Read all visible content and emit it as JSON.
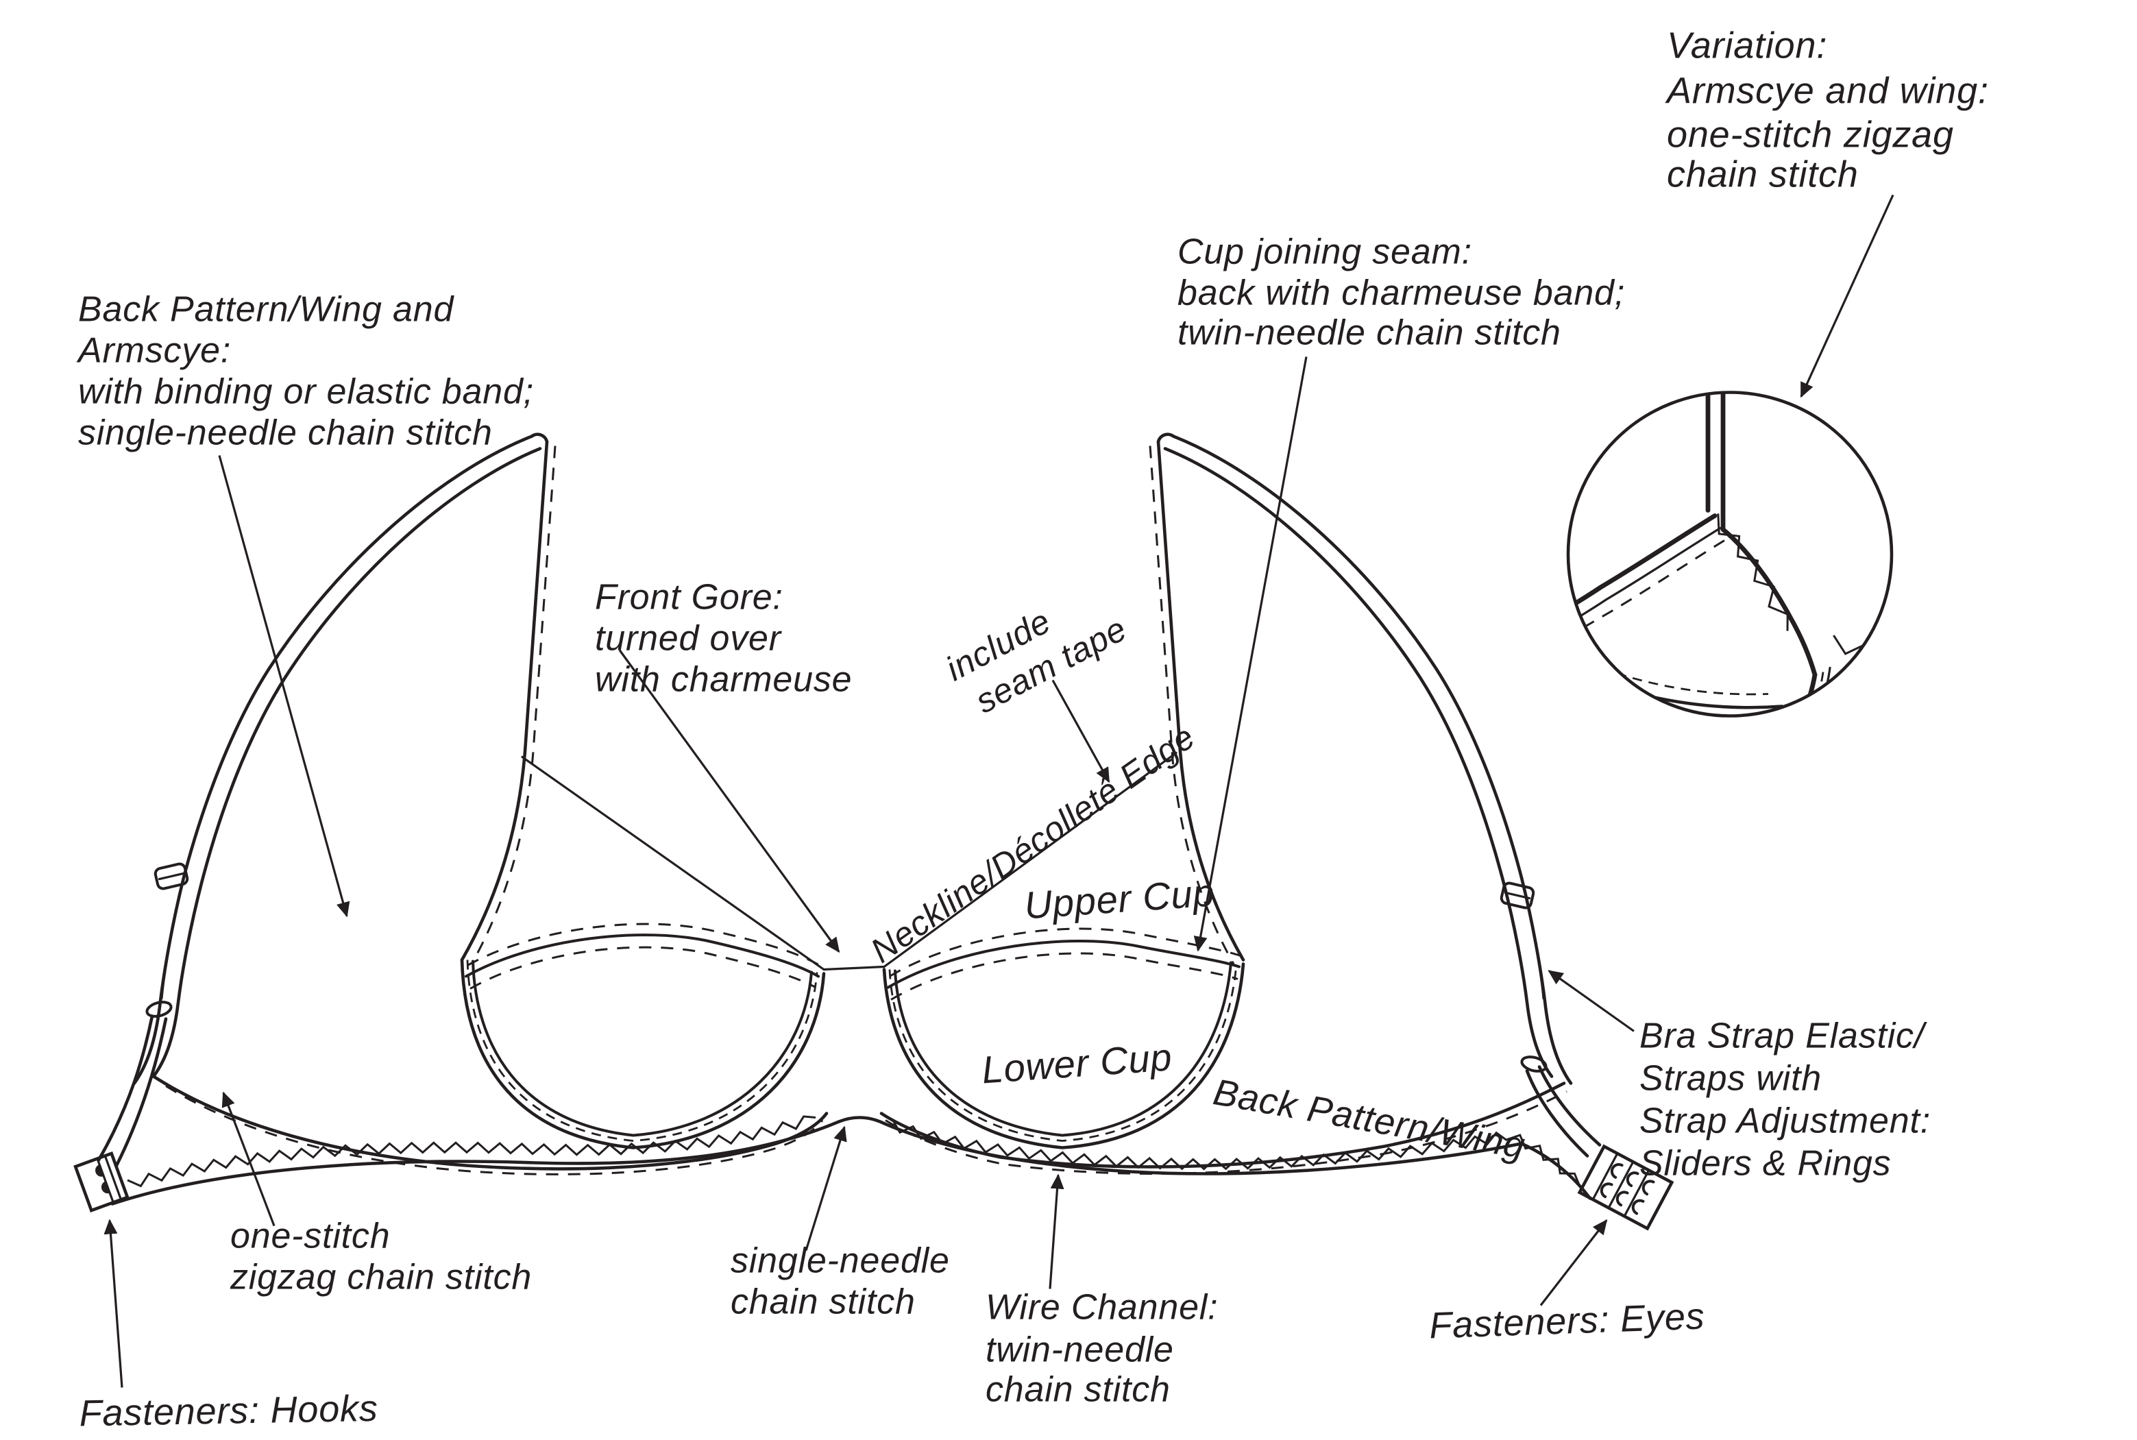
{
  "colors": {
    "ink": "#231f20",
    "paper": "#ffffff"
  },
  "labels": {
    "variation": {
      "lines": [
        "Variation:",
        "Armscye and wing:",
        "one-stitch zigzag",
        "chain stitch"
      ]
    },
    "cup_joining_seam": {
      "lines": [
        "Cup joining seam:",
        "back with charmeuse band;",
        "twin-needle chain stitch"
      ]
    },
    "back_pattern_wing_armscye": {
      "lines": [
        "Back Pattern/Wing and",
        "Armscye:",
        "with binding or elastic band;",
        "single-needle chain stitch"
      ]
    },
    "front_gore": {
      "lines": [
        "Front Gore:",
        "turned over",
        "with charmeuse"
      ]
    },
    "include_seam_tape": {
      "lines": [
        "include",
        "seam tape"
      ]
    },
    "neckline_edge": {
      "text": "Neckline/Décolleté Edge"
    },
    "upper_cup": {
      "text": "Upper Cup"
    },
    "lower_cup": {
      "text": "Lower Cup"
    },
    "back_pattern_wing": {
      "text": "Back Pattern/Wing"
    },
    "bra_strap": {
      "lines": [
        "Bra Strap Elastic/",
        "Straps with",
        "Strap Adjustment:",
        "Sliders & Rings"
      ]
    },
    "one_stitch_zigzag": {
      "lines": [
        "one-stitch",
        "zigzag chain stitch"
      ]
    },
    "single_needle": {
      "lines": [
        "single-needle",
        "chain stitch"
      ]
    },
    "wire_channel": {
      "lines": [
        "Wire Channel:",
        "twin-needle",
        "chain stitch"
      ]
    },
    "fasteners_eyes": {
      "text": "Fasteners: Eyes"
    },
    "fasteners_hooks": {
      "text": "Fasteners: Hooks"
    }
  }
}
